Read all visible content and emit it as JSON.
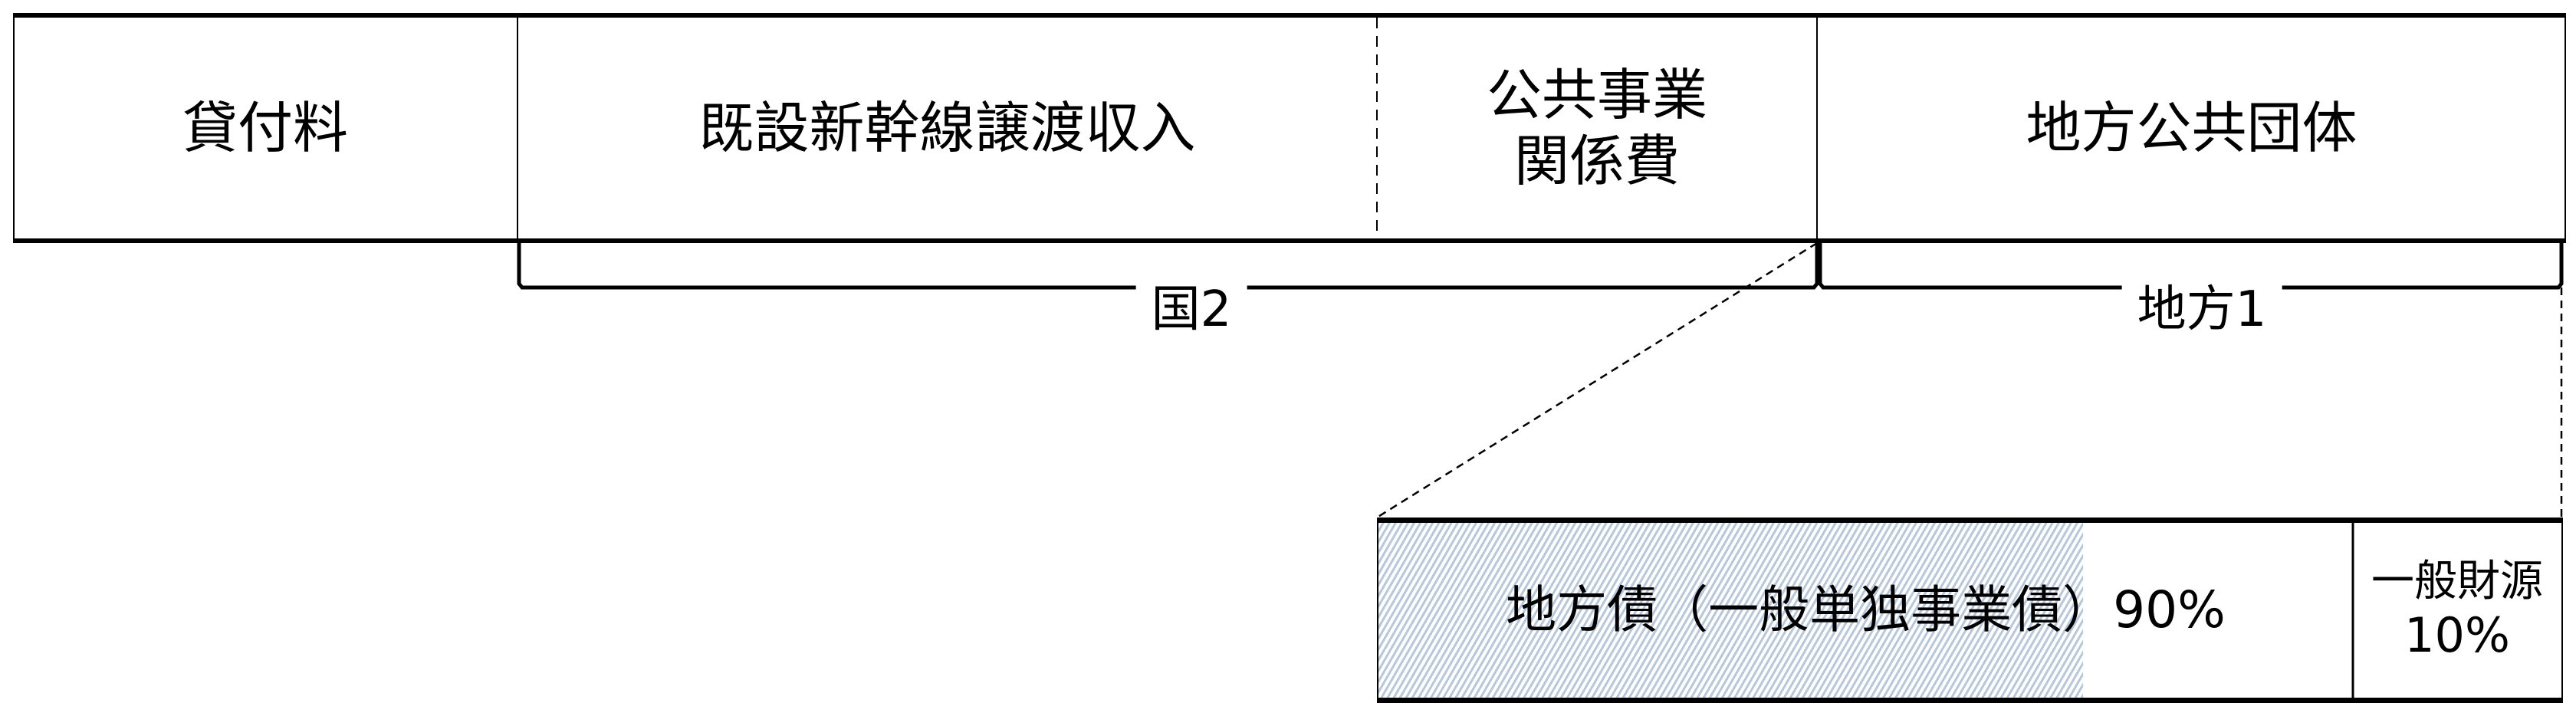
{
  "top_row": {
    "cells": [
      "貸付料",
      "既設新幹線譲渡収入",
      "公共事業\n関係費",
      "地方公共団体"
    ]
  },
  "brackets": {
    "national": "国2",
    "local": "地方1"
  },
  "breakdown": {
    "bond_label": "地方債（一般単独事業債）90%",
    "general_funds_label": "一般財源",
    "general_funds_pct": "10%"
  },
  "colors": {
    "hatch": "#b7c8de",
    "line": "#000000"
  }
}
